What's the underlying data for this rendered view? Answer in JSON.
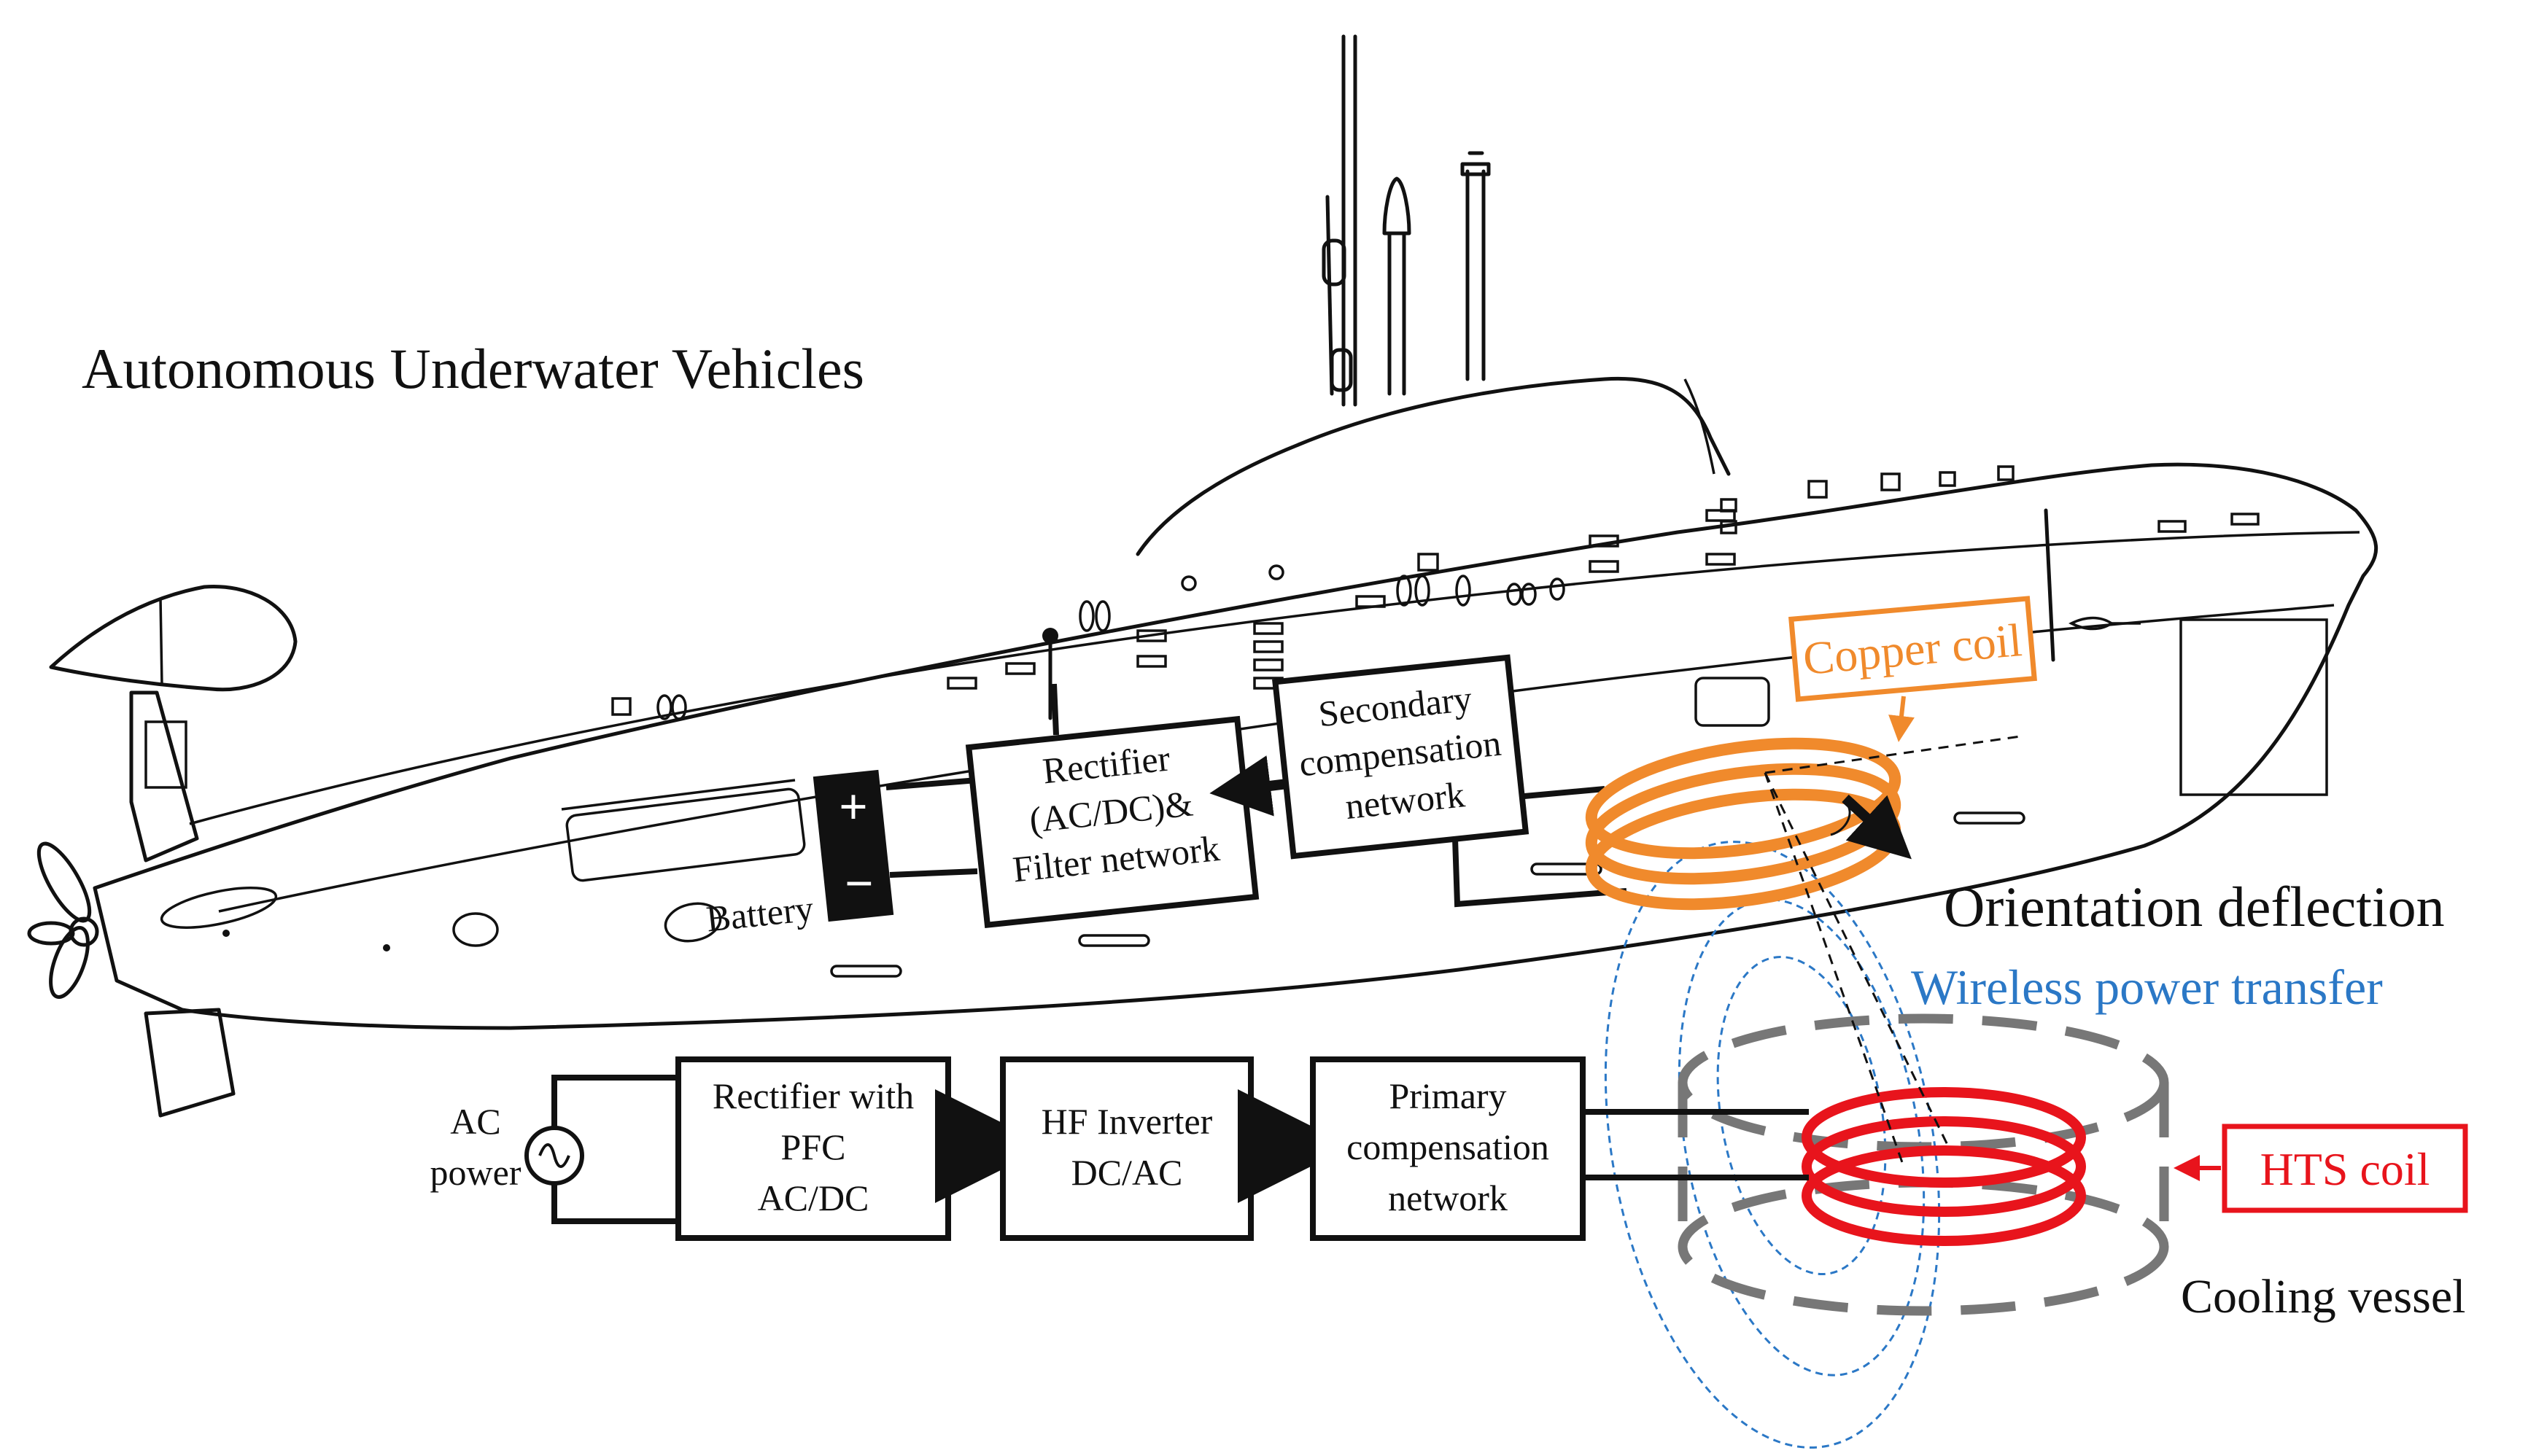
{
  "title": "Autonomous Underwater Vehicles",
  "labels": {
    "battery": "Battery",
    "battery_plus": "+",
    "battery_minus": "−",
    "ac_power_line1": "AC",
    "ac_power_line2": "power",
    "orientation_deflection": "Orientation deflection",
    "wireless_power_transfer": "Wireless power transfer",
    "copper_coil": "Copper coil",
    "hts_coil": "HTS coil",
    "cooling_vessel": "Cooling vessel"
  },
  "onboard_blocks": {
    "rectifier": [
      "Rectifier",
      "(AC/DC)&",
      "Filter network"
    ],
    "secondary": [
      "Secondary",
      "compensation",
      "network"
    ]
  },
  "ground_blocks": {
    "rectifier_pfc": [
      "Rectifier with",
      "PFC",
      "AC/DC"
    ],
    "hf_inverter": [
      "HF Inverter",
      "DC/AC"
    ],
    "primary": [
      "Primary",
      "compensation",
      "network"
    ]
  },
  "colors": {
    "copper_coil": "#f08a2c",
    "hts_coil": "#e8141c",
    "field_lines": "#2b78c6",
    "cooling_vessel": "#777777",
    "outline": "#111111"
  },
  "icons": [
    "ac-source-icon",
    "battery-icon",
    "propeller-icon"
  ]
}
